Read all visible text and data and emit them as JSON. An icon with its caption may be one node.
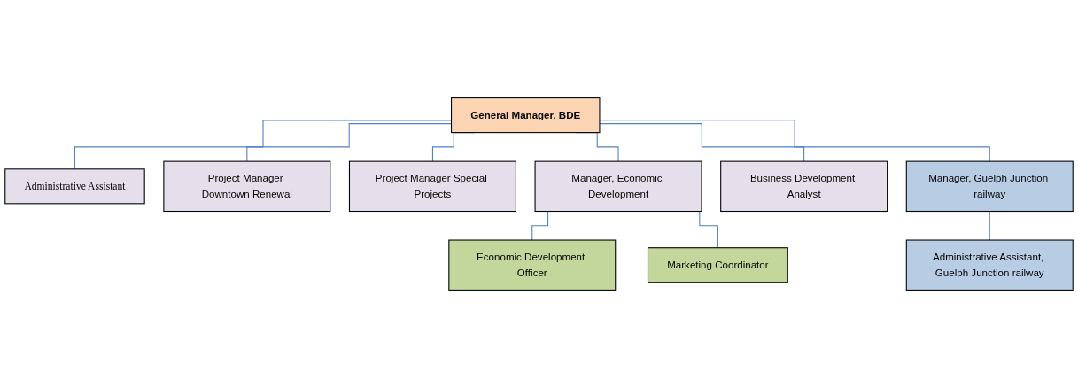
{
  "diagram": {
    "nodes": [
      {
        "text": [
          "General Manager, BDE"
        ]
      },
      {
        "text": [
          "Administrative Assistant"
        ]
      },
      {
        "text": [
          "Project Manager Downtown Renewal"
        ]
      },
      {
        "text": [
          "Project Manager Special Projects"
        ]
      },
      {
        "text": [
          "Manager, Economic Development"
        ]
      },
      {
        "text": [
          "Business Development Analyst"
        ]
      },
      {
        "text": [
          "Manager, Guelph Junction railway"
        ]
      },
      {
        "text": [
          "Economic Development Officer"
        ]
      },
      {
        "text": [
          "Marketing Coordinator"
        ]
      },
      {
        "text": [
          "Administrative Assistant, Guelph Junction railway"
        ]
      }
    ],
    "edges": [
      {
        "from": 0,
        "to": 1,
        "arrow": "none"
      },
      {
        "from": 0,
        "to": 2,
        "arrow": "none"
      },
      {
        "from": 0,
        "to": 3,
        "arrow": "none"
      },
      {
        "from": 0,
        "to": 4,
        "arrow": "none"
      },
      {
        "from": 0,
        "to": 5,
        "arrow": "none"
      },
      {
        "from": 0,
        "to": 6,
        "arrow": "none"
      },
      {
        "from": 4,
        "to": 7,
        "arrow": "none"
      },
      {
        "from": 4,
        "to": 8,
        "arrow": "none"
      },
      {
        "from": 6,
        "to": 9,
        "arrow": "none"
      }
    ]
  }
}
